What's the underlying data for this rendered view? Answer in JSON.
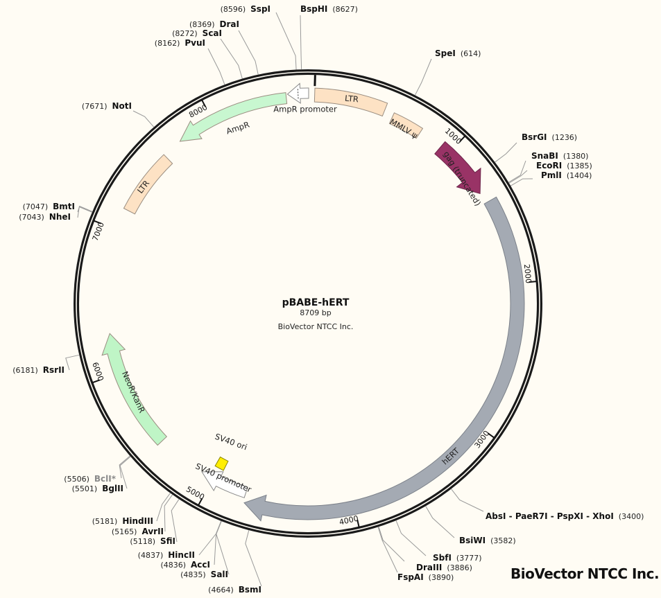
{
  "plasmid": {
    "name": "pBABE-hERT",
    "length_label": "8709 bp",
    "length": 8709,
    "company": "BioVector NTCC Inc."
  },
  "watermark": "BioVector NTCC Inc.",
  "colors": {
    "ring": "#1a1a1a",
    "background": "#fffcf4",
    "ltr": "#fde2c4",
    "gag": "#993366",
    "hert": "#a4aab3",
    "promoter": "#ffffff",
    "ori": "#ffee00",
    "resistance": "#bff5c6"
  },
  "ticks": [
    "1000",
    "2000",
    "3000",
    "4000",
    "5000",
    "6000",
    "7000",
    "8000"
  ],
  "features": [
    {
      "label": "LTR",
      "start": 1,
      "end": 480,
      "dir": 0,
      "color": "#fde2c4"
    },
    {
      "label": "MMLV ψ",
      "start": 545,
      "end": 760,
      "dir": 0,
      "color": "#fde2c4"
    },
    {
      "label": "gag (truncated)",
      "start": 930,
      "end": 1345,
      "dir": 1,
      "color": "#993366"
    },
    {
      "label": "hERT",
      "start": 1420,
      "end": 4740,
      "dir": 1,
      "color": "#a4aab3"
    },
    {
      "label": "SV40 promoter",
      "start": 4750,
      "end": 5090,
      "dir": 1,
      "color": "#ffffff"
    },
    {
      "label": "SV40 ori",
      "start": 4960,
      "end": 5030,
      "dir": 0,
      "color": "#ffee00"
    },
    {
      "label": "NeoR/KanR",
      "start": 5440,
      "end": 6280,
      "dir": 1,
      "color": "#bff5c6"
    },
    {
      "label": "LTR",
      "start": 7150,
      "end": 7600,
      "dir": 0,
      "color": "#fde2c4"
    },
    {
      "label": "AmpR",
      "start": 7740,
      "end": 8520,
      "dir": -1,
      "color": "#c8f7d0"
    },
    {
      "label": "AmpR promoter",
      "start": 8530,
      "end": 8670,
      "dir": -1,
      "color": "#ffffff"
    }
  ],
  "sites": [
    {
      "name": "SspI",
      "pos": "8596",
      "bp": 8596
    },
    {
      "name": "BspHI",
      "pos": "8627",
      "bp": 8627
    },
    {
      "name": "DraI",
      "pos": "8369",
      "bp": 8369
    },
    {
      "name": "ScaI",
      "pos": "8272",
      "bp": 8272
    },
    {
      "name": "PvuI",
      "pos": "8162",
      "bp": 8162
    },
    {
      "name": "SpeI",
      "pos": "614",
      "bp": 614
    },
    {
      "name": "NotI",
      "pos": "7671",
      "bp": 7671
    },
    {
      "name": "BsrGI",
      "pos": "1236",
      "bp": 1236
    },
    {
      "name": "SnaBI",
      "pos": "1380",
      "bp": 1380
    },
    {
      "name": "EcoRI",
      "pos": "1385",
      "bp": 1385
    },
    {
      "name": "PmlI",
      "pos": "1404",
      "bp": 1404
    },
    {
      "name": "BmtI",
      "pos": "7047",
      "bp": 7047
    },
    {
      "name": "NheI",
      "pos": "7043",
      "bp": 7043
    },
    {
      "name": "RsrII",
      "pos": "6181",
      "bp": 6181
    },
    {
      "name": "BclI*",
      "pos": "5506",
      "bp": 5506,
      "muted": true
    },
    {
      "name": "BglII",
      "pos": "5501",
      "bp": 5501
    },
    {
      "name": "HindIII",
      "pos": "5181",
      "bp": 5181
    },
    {
      "name": "AvrII",
      "pos": "5165",
      "bp": 5165
    },
    {
      "name": "SfiI",
      "pos": "5118",
      "bp": 5118
    },
    {
      "name": "HincII",
      "pos": "4837",
      "bp": 4837
    },
    {
      "name": "AccI",
      "pos": "4836",
      "bp": 4836
    },
    {
      "name": "SalI",
      "pos": "4835",
      "bp": 4835
    },
    {
      "name": "BsmI",
      "pos": "4664",
      "bp": 4664
    },
    {
      "name": "AbsI - PaeR7I - PspXI - XhoI",
      "pos": "3400",
      "bp": 3400
    },
    {
      "name": "BsiWI",
      "pos": "3582",
      "bp": 3582
    },
    {
      "name": "SbfI",
      "pos": "3777",
      "bp": 3777
    },
    {
      "name": "DraIII",
      "pos": "3886",
      "bp": 3886
    },
    {
      "name": "FspAI",
      "pos": "3890",
      "bp": 3890
    }
  ]
}
